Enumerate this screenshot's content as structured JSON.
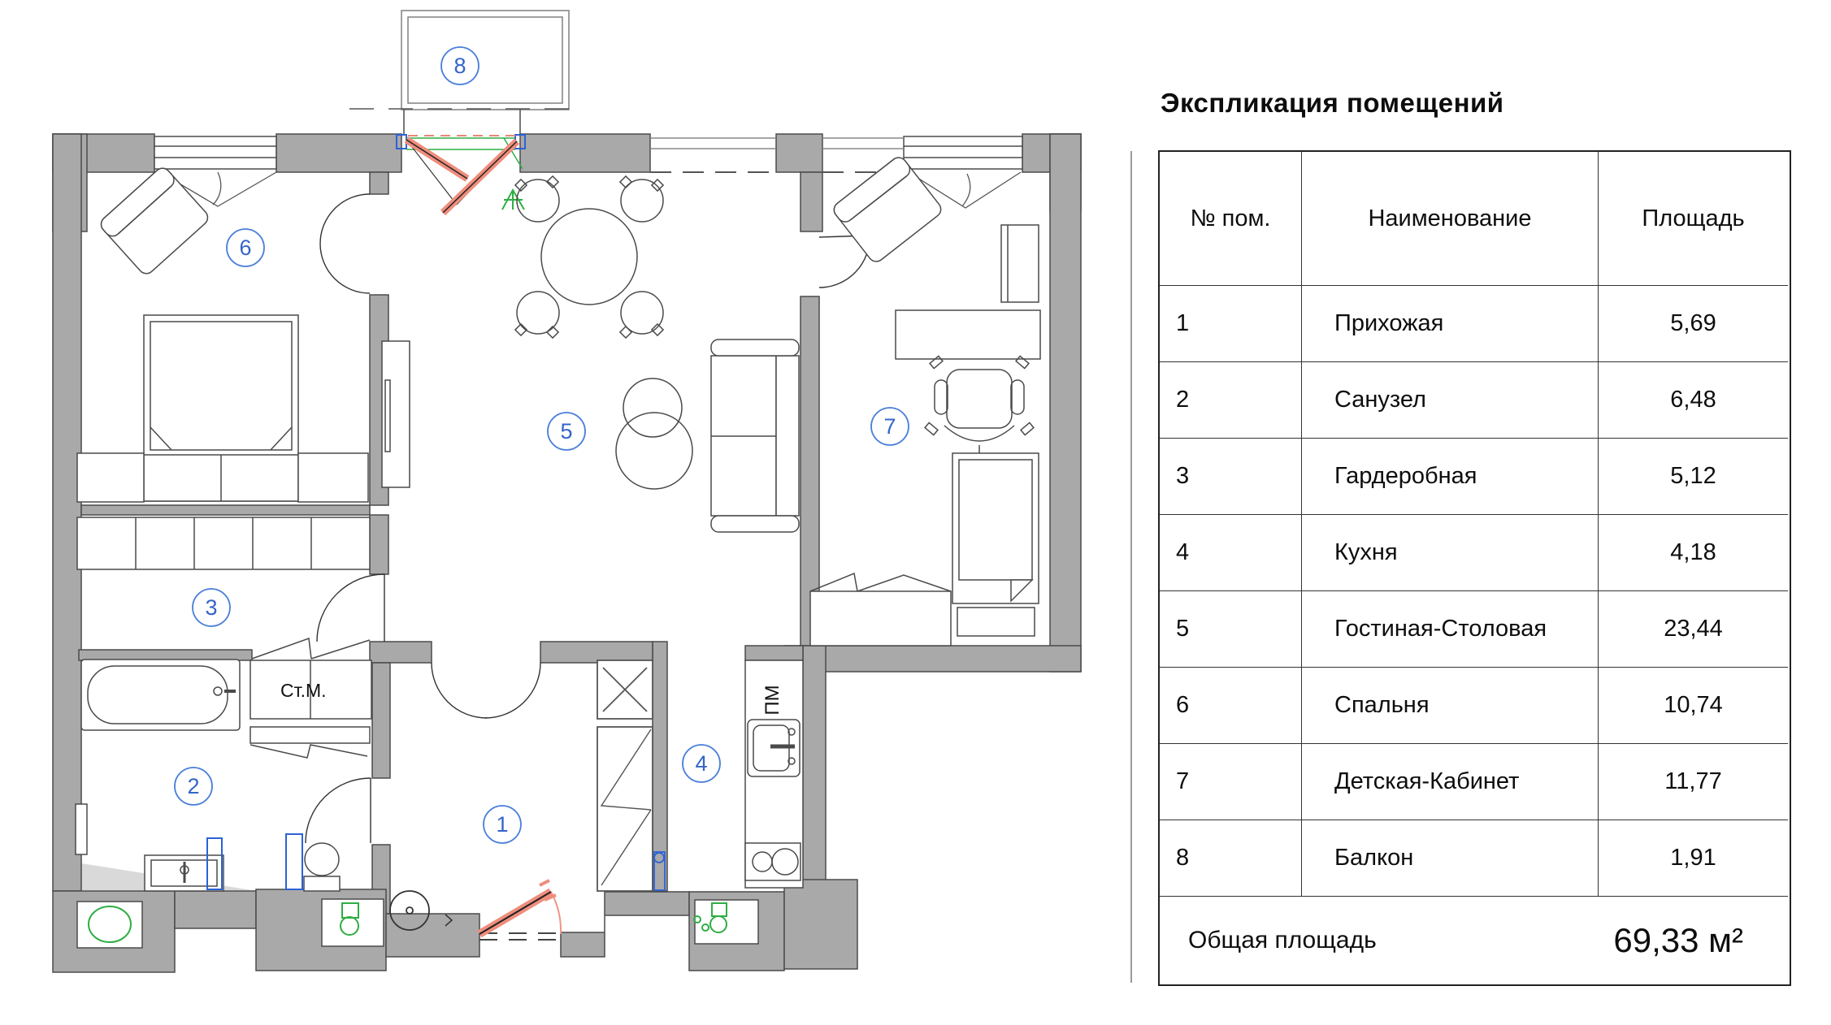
{
  "title": "Экспликация помещений",
  "table": {
    "headers": {
      "num": "№ пом.",
      "name": "Наименование",
      "area": "Площадь"
    },
    "rows": [
      {
        "num": "1",
        "name": "Прихожая",
        "area": "5,69"
      },
      {
        "num": "2",
        "name": "Санузел",
        "area": "6,48"
      },
      {
        "num": "3",
        "name": "Гардеробная",
        "area": "5,12"
      },
      {
        "num": "4",
        "name": "Кухня",
        "area": "4,18"
      },
      {
        "num": "5",
        "name": "Гостиная-Столовая",
        "area": "23,44"
      },
      {
        "num": "6",
        "name": "Спальня",
        "area": "10,74"
      },
      {
        "num": "7",
        "name": "Детская-Кабинет",
        "area": "11,77"
      },
      {
        "num": "8",
        "name": "Балкон",
        "area": "1,91"
      }
    ],
    "total_label": "Общая площадь",
    "total_value": "69,33 м²"
  },
  "plan": {
    "labels": [
      "1",
      "2",
      "3",
      "4",
      "5",
      "6",
      "7",
      "8"
    ],
    "annotations": {
      "washing_machine": "Ст.М.",
      "dishwasher": "ПМ"
    },
    "colors": {
      "wall_fill": "#a9a9a9",
      "wall_edge": "#4b4b4b",
      "room_label_blue": "#3465c8",
      "door_highlight_salmon": "#ef8d7d",
      "fixture_green": "#2fae43",
      "fixture_blue": "#2c62d6",
      "floor_shade": "#d9d9d9"
    }
  }
}
